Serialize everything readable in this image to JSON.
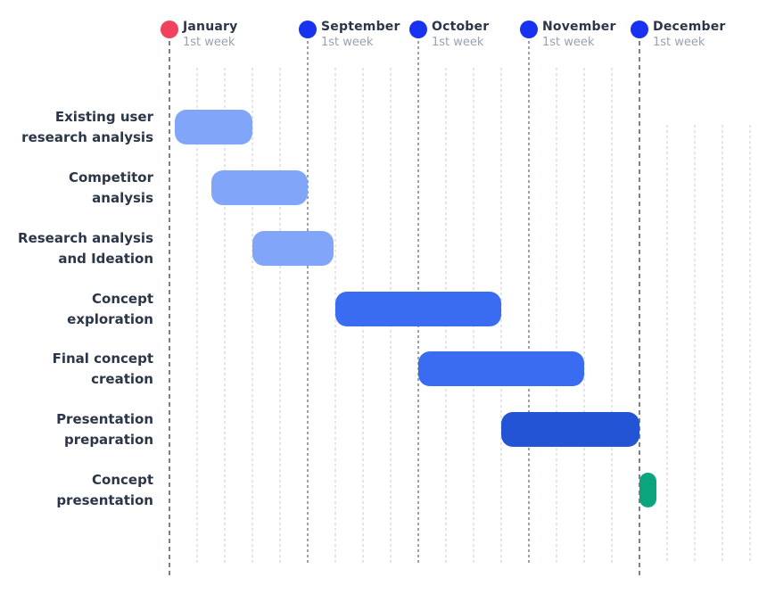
{
  "chart_data": {
    "type": "gantt",
    "title": "",
    "axis": {
      "unit": "weeks",
      "week_count": 22,
      "orientation": "vertical-gridlines",
      "months": [
        {
          "name": "January",
          "subtitle": "1st week",
          "week_index": 0,
          "dot_color": "#F0415F",
          "line": "dashed-dark"
        },
        {
          "name": "September",
          "subtitle": "1st week",
          "week_index": 5,
          "dot_color": "#1733F1",
          "line": "dotted-medium"
        },
        {
          "name": "October",
          "subtitle": "1st week",
          "week_index": 9,
          "dot_color": "#1733F1",
          "line": "dotted-medium"
        },
        {
          "name": "November",
          "subtitle": "1st week",
          "week_index": 13,
          "dot_color": "#1733F1",
          "line": "dotted-medium"
        },
        {
          "name": "December",
          "subtitle": "1st week",
          "week_index": 17,
          "dot_color": "#1733F1",
          "line": "dashed-dark"
        }
      ]
    },
    "tasks": [
      {
        "label": "Existing user research analysis",
        "label_lines": [
          "Existing user",
          "research analysis"
        ],
        "start_week": 0.2,
        "end_week": 3.0,
        "color": "#81A5F8"
      },
      {
        "label": "Competitor analysis",
        "label_lines": [
          "Competitor",
          "analysis"
        ],
        "start_week": 1.5,
        "end_week": 5.0,
        "color": "#81A5F8"
      },
      {
        "label": "Research analysis and Ideation",
        "label_lines": [
          "Research analysis",
          "and Ideation"
        ],
        "start_week": 3.0,
        "end_week": 5.95,
        "color": "#81A5F8"
      },
      {
        "label": "Concept exploration",
        "label_lines": [
          "Concept",
          "exploration"
        ],
        "start_week": 6.0,
        "end_week": 12.0,
        "color": "#3A6CF1"
      },
      {
        "label": "Final concept creation",
        "label_lines": [
          "Final concept",
          "creation"
        ],
        "start_week": 9.0,
        "end_week": 15.0,
        "color": "#3A6CF1"
      },
      {
        "label": "Presentation preparation",
        "label_lines": [
          "Presentation",
          "preparation"
        ],
        "start_week": 12.0,
        "end_week": 17.0,
        "color": "#2454D6"
      },
      {
        "label": "Concept presentation",
        "label_lines": [
          "Concept",
          "presentation"
        ],
        "start_week": 17.0,
        "end_week": 17.6,
        "color": "#0AA57C"
      }
    ],
    "colors": {
      "bar_light_blue": "#81A5F8",
      "bar_medium_blue": "#3A6CF1",
      "bar_dark_blue": "#2454D6",
      "bar_green": "#0AA57C",
      "january_dot": "#F0415F",
      "month_dot_blue": "#1733F1",
      "label_text": "#2C3649",
      "subtitle_text": "#99A1B0",
      "gridline_dark": "#7B818C",
      "gridline_medium": "#9CA2AD",
      "gridline_light": "#E2E4EA",
      "background": "#FFFFFF"
    },
    "legend": "none",
    "grid": "vertical dotted weekly lines; darker dashed lines at January and December"
  }
}
